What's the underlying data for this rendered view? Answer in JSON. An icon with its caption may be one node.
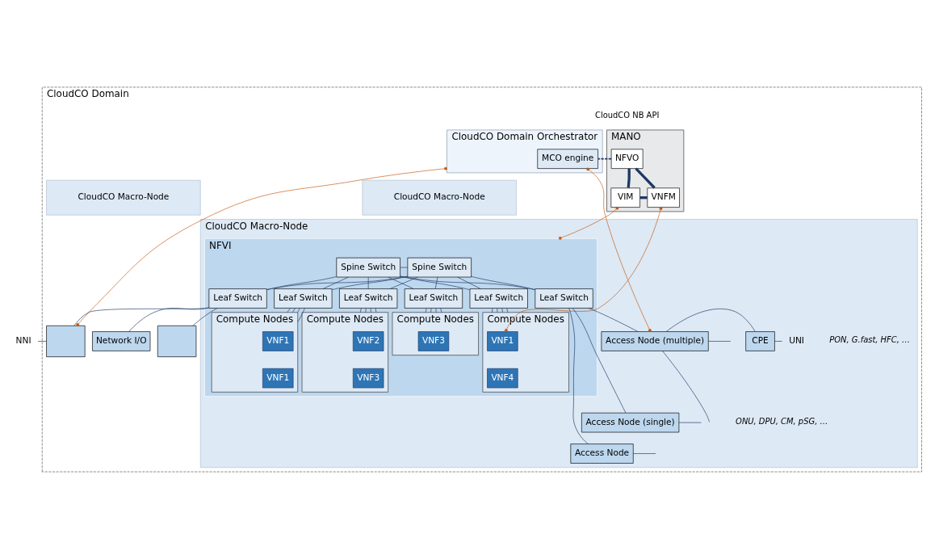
{
  "diagram": {
    "nodes": [
      {
        "text": [
          "CloudCO Domain"
        ]
      },
      {
        "text": [
          "CloudCO Domain Orchestrator"
        ],
        "in": 0
      },
      {
        "text": [
          "MANO"
        ],
        "in": 0
      },
      {
        "text": [
          "NFVO"
        ],
        "in": 2
      },
      {
        "text": [
          "VIM"
        ],
        "in": 2
      },
      {
        "text": [
          "VNFM"
        ],
        "in": 2
      },
      {
        "text": [
          "MCO engine"
        ],
        "in": 1
      },
      {
        "text": [
          "CloudCO Macro-Node"
        ],
        "in": 0
      },
      {
        "text": [
          "CloudCO Macro-Node"
        ],
        "in": 0
      },
      {
        "text": [
          "CloudCO Macro-Node"
        ],
        "in": 0
      },
      {
        "text": [
          "NFVI"
        ],
        "in": 9
      },
      {
        "text": [
          "Spine Switch"
        ],
        "in": 10
      },
      {
        "text": [
          "Spine Switch"
        ],
        "in": 10
      },
      {
        "text": [
          "Leaf Switch"
        ],
        "in": 10
      },
      {
        "text": [
          "Leaf Switch"
        ],
        "in": 10
      },
      {
        "text": [
          "Leaf Switch"
        ],
        "in": 10
      },
      {
        "text": [
          "Leaf Switch"
        ],
        "in": 10
      },
      {
        "text": [
          "Leaf Switch"
        ],
        "in": 10
      },
      {
        "text": [
          "Leaf Switch"
        ],
        "in": 10
      },
      {
        "text": [
          "Compute Nodes"
        ],
        "in": 10
      },
      {
        "text": [
          "VNF1"
        ],
        "in": 19
      },
      {
        "text": [
          "VNF1"
        ],
        "in": 19
      },
      {
        "text": [
          "Compute Nodes"
        ],
        "in": 10
      },
      {
        "text": [
          "VNF2"
        ],
        "in": 22
      },
      {
        "text": [
          "VNF3"
        ],
        "in": 22
      },
      {
        "text": [
          "Compute Nodes"
        ],
        "in": 10
      },
      {
        "text": [
          "VNF3"
        ],
        "in": 25
      },
      {
        "text": [
          "Compute Nodes"
        ],
        "in": 10
      },
      {
        "text": [
          "VNF1"
        ],
        "in": 27
      },
      {
        "text": [
          "VNF4"
        ],
        "in": 27
      },
      {
        "text": [],
        "shape": "box",
        "in": 0
      },
      {
        "text": [],
        "shape": "box",
        "in": 0
      },
      {
        "text": [
          "Network I/O"
        ],
        "in": 0
      },
      {
        "text": [
          "Access Node (multiple)"
        ],
        "in": 9
      },
      {
        "text": [
          "Access Node (single)"
        ],
        "in": 9
      },
      {
        "text": [
          "Access Node"
        ],
        "in": 9
      },
      {
        "text": [
          "CPE"
        ],
        "in": 9
      },
      {
        "text": [
          "NNI"
        ]
      },
      {
        "text": [
          "UNI"
        ],
        "in": 9
      }
    ],
    "edges": [
      {
        "from": 3,
        "to": 4,
        "arrow": "none",
        "style": "thick"
      },
      {
        "from": 3,
        "to": 5,
        "arrow": "none",
        "style": "thick"
      },
      {
        "from": 4,
        "to": 5,
        "arrow": "none",
        "style": "thick"
      },
      {
        "from": 3,
        "to": 6,
        "arrow": "none",
        "style": "dashed"
      },
      {
        "from": 1,
        "to": 30,
        "arrow": "other",
        "color": "#c55a11"
      },
      {
        "from": 4,
        "to": 10,
        "arrow": "other",
        "color": "#c55a11"
      },
      {
        "from": 5,
        "to": 28,
        "arrow": "other",
        "color": "#c55a11"
      },
      {
        "from": 6,
        "to": 33,
        "arrow": "other",
        "color": "#c55a11"
      },
      {
        "from": 11,
        "to": 12,
        "arrow": "none"
      },
      {
        "from": 11,
        "to": 13,
        "arrow": "none"
      },
      {
        "from": 11,
        "to": 14,
        "arrow": "none"
      },
      {
        "from": 11,
        "to": 15,
        "arrow": "none"
      },
      {
        "from": 11,
        "to": 16,
        "arrow": "none"
      },
      {
        "from": 11,
        "to": 17,
        "arrow": "none"
      },
      {
        "from": 11,
        "to": 18,
        "arrow": "none"
      },
      {
        "from": 12,
        "to": 13,
        "arrow": "none"
      },
      {
        "from": 12,
        "to": 14,
        "arrow": "none"
      },
      {
        "from": 12,
        "to": 15,
        "arrow": "none"
      },
      {
        "from": 12,
        "to": 16,
        "arrow": "none"
      },
      {
        "from": 12,
        "to": 17,
        "arrow": "none"
      },
      {
        "from": 12,
        "to": 18,
        "arrow": "none"
      },
      {
        "from": 13,
        "to": 30,
        "arrow": "none"
      },
      {
        "from": 13,
        "to": 31,
        "arrow": "none"
      },
      {
        "from": 13,
        "to": 32,
        "arrow": "none"
      },
      {
        "from": 14,
        "to": 19,
        "arrow": "none"
      },
      {
        "from": 14,
        "to": 19,
        "arrow": "none"
      },
      {
        "from": 14,
        "to": 19,
        "arrow": "none"
      },
      {
        "from": 14,
        "to": 19,
        "arrow": "none"
      },
      {
        "from": 15,
        "to": 22,
        "arrow": "none"
      },
      {
        "from": 15,
        "to": 22,
        "arrow": "none"
      },
      {
        "from": 15,
        "to": 22,
        "arrow": "none"
      },
      {
        "from": 15,
        "to": 22,
        "arrow": "none"
      },
      {
        "from": 16,
        "to": 25,
        "arrow": "none"
      },
      {
        "from": 16,
        "to": 25,
        "arrow": "none"
      },
      {
        "from": 16,
        "to": 25,
        "arrow": "none"
      },
      {
        "from": 16,
        "to": 25,
        "arrow": "none"
      },
      {
        "from": 17,
        "to": 27,
        "arrow": "none"
      },
      {
        "from": 17,
        "to": 27,
        "arrow": "none"
      },
      {
        "from": 17,
        "to": 27,
        "arrow": "none"
      },
      {
        "from": 17,
        "to": 27,
        "arrow": "none"
      },
      {
        "from": 18,
        "to": 33,
        "arrow": "none"
      },
      {
        "from": 18,
        "to": 34,
        "arrow": "none"
      },
      {
        "from": 18,
        "to": 35,
        "arrow": "none"
      },
      {
        "from": 37,
        "to": 30,
        "arrow": "none"
      },
      {
        "from": 33,
        "to": null,
        "arrow": "none"
      },
      {
        "from": 33,
        "to": 36,
        "arrow": "none"
      },
      {
        "from": 33,
        "to": null,
        "arrow": "none"
      },
      {
        "from": 34,
        "to": null,
        "arrow": "none"
      },
      {
        "from": 35,
        "to": null,
        "arrow": "none"
      },
      {
        "from": 36,
        "to": 38,
        "arrow": "none"
      }
    ],
    "labels": [
      "CloudCO NB API",
      "PON, G.fast, HFC, …",
      "ONU, DPU, CM, pSG, …"
    ]
  }
}
